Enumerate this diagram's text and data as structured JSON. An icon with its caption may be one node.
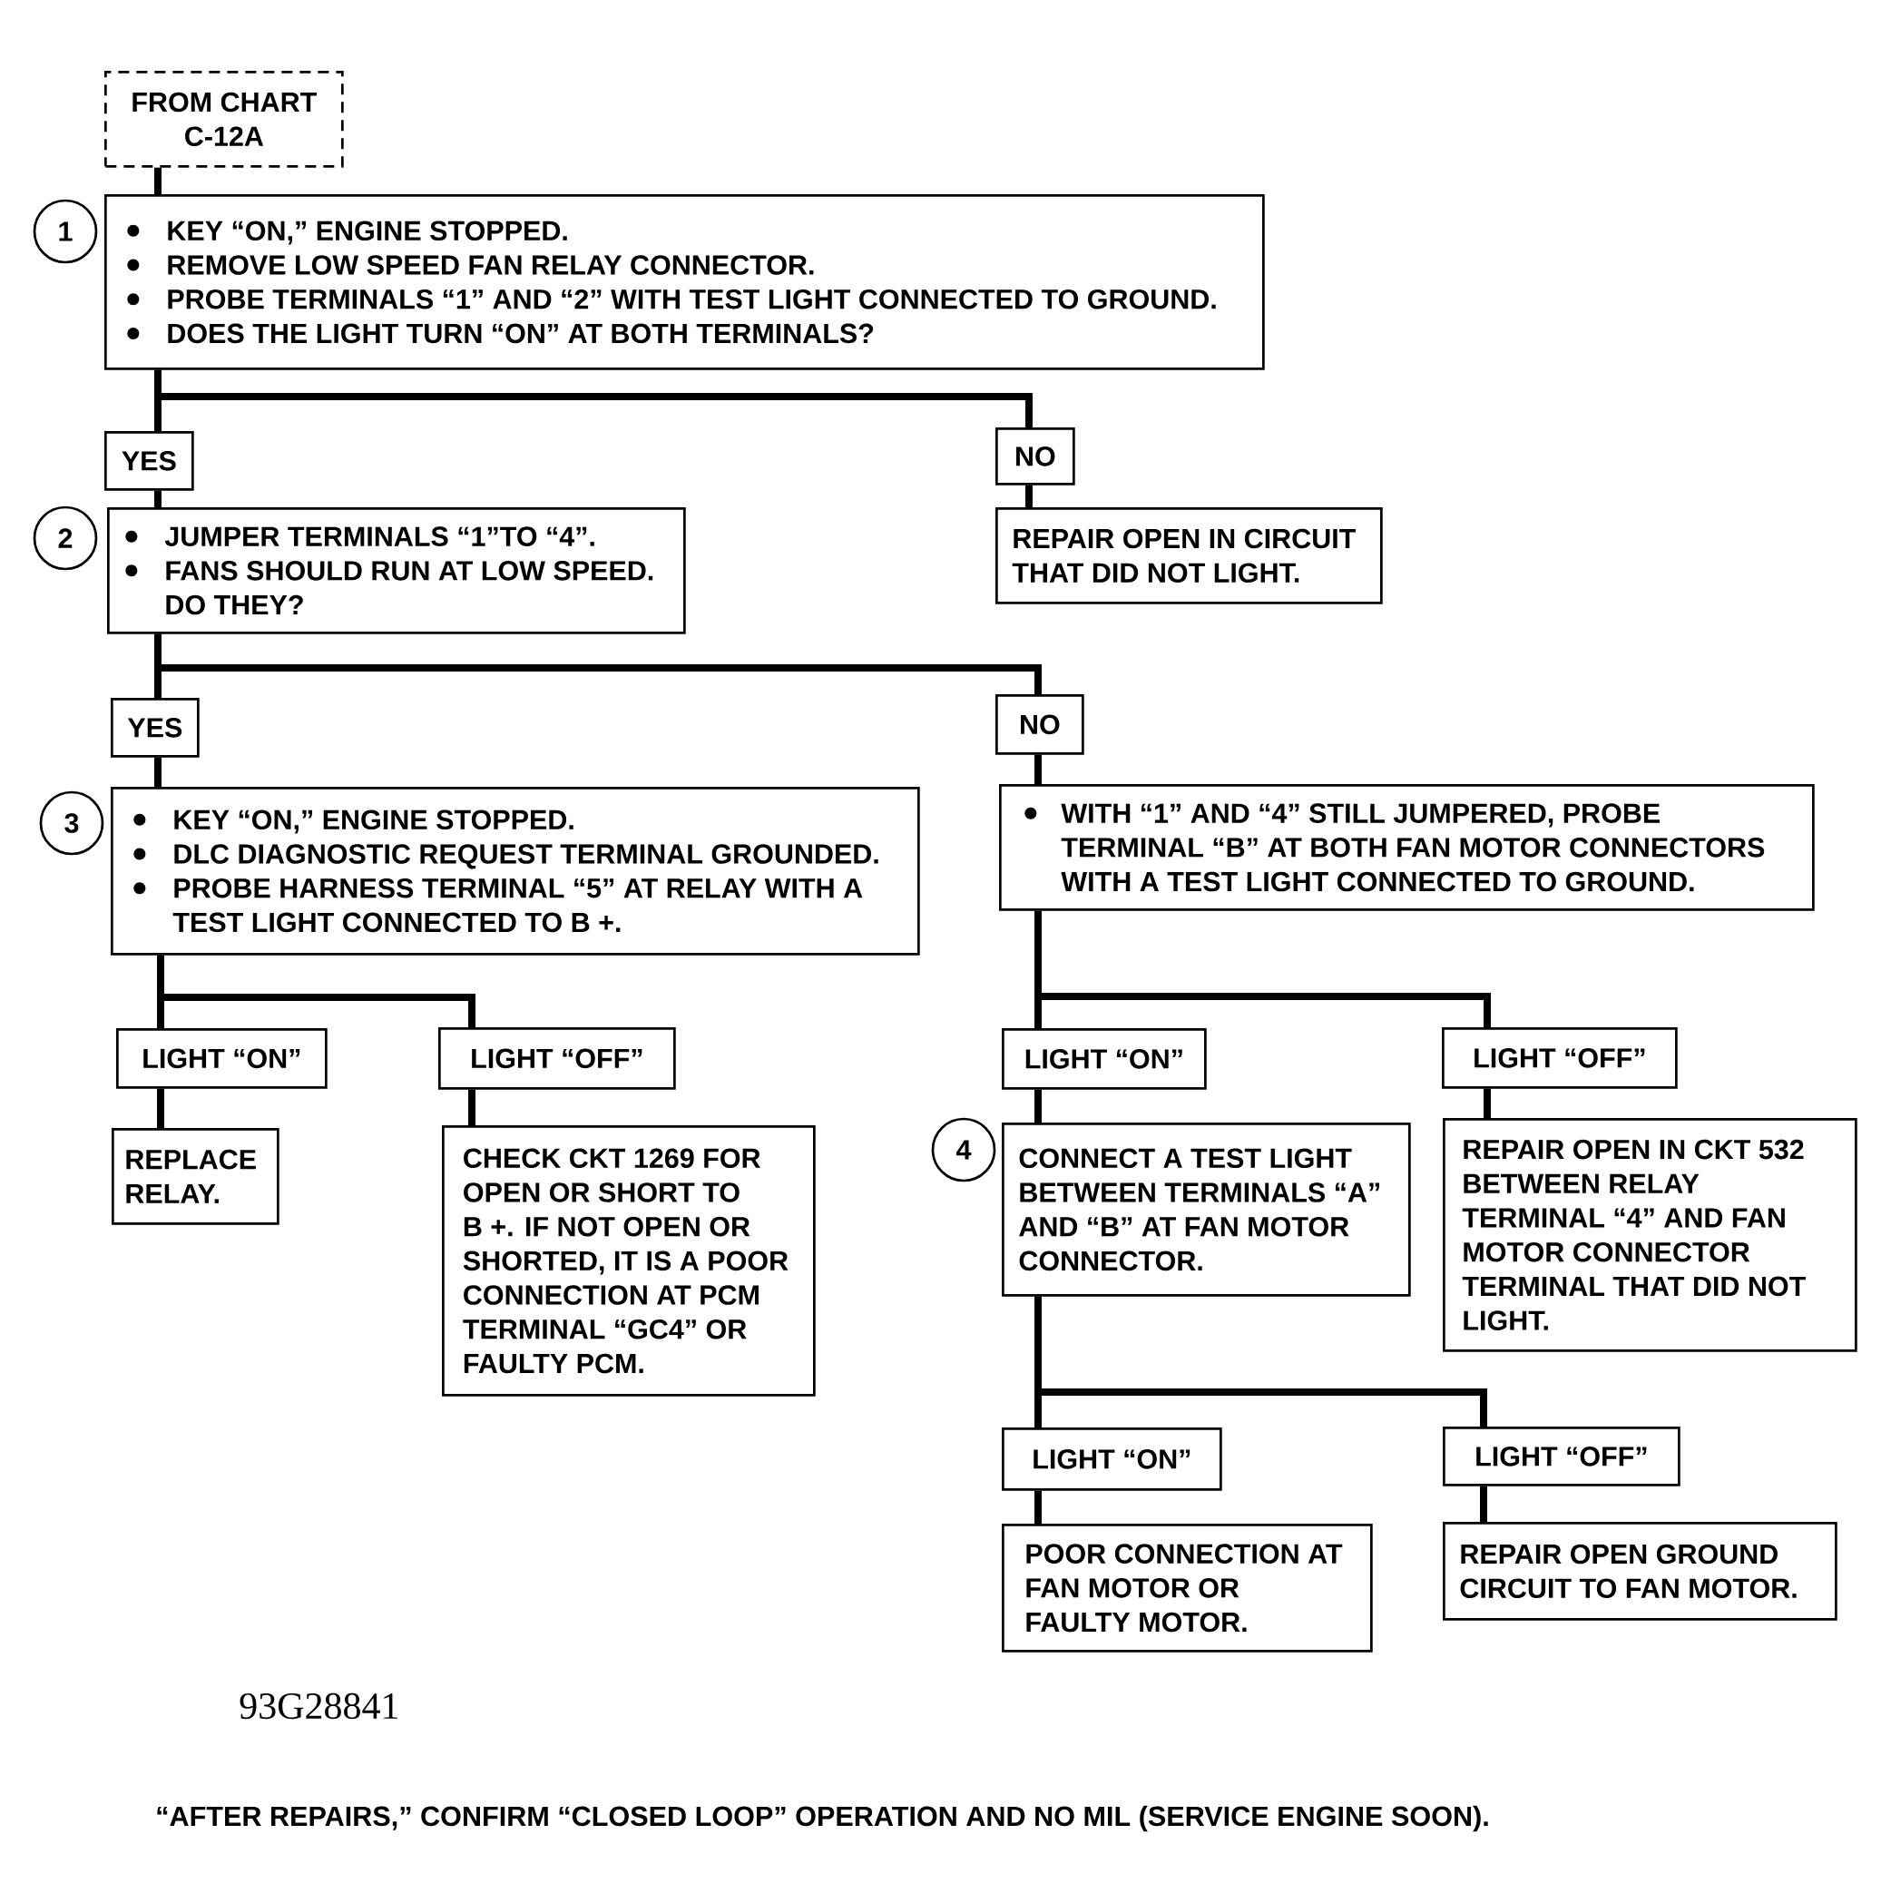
{
  "diagram": {
    "nodes": [
      {
        "text": [
          "FROM CHART C-12A"
        ]
      },
      {
        "text": [
          "1"
        ]
      },
      {
        "text": [
          "KEY “ON,” ENGINE STOPPED.",
          "REMOVE LOW SPEED FAN RELAY CONNECTOR.",
          "PROBE TERMINALS “1” AND “2” WITH TEST LIGHT CONNECTED TO GROUND.",
          "DOES THE LIGHT TURN “ON” AT BOTH TERMINALS?"
        ]
      },
      {
        "text": [
          "YES"
        ]
      },
      {
        "text": [
          "NO"
        ]
      },
      {
        "text": [
          "2"
        ]
      },
      {
        "text": [
          "JUMPER TERMINALS “1”TO “4”.",
          "FANS SHOULD RUN AT LOW SPEED. DO THEY?"
        ]
      },
      {
        "text": [
          "REPAIR OPEN IN CIRCUIT THAT DID NOT LIGHT."
        ]
      },
      {
        "text": [
          "YES"
        ]
      },
      {
        "text": [
          "NO"
        ]
      },
      {
        "text": [
          "3"
        ]
      },
      {
        "text": [
          "KEY “ON,” ENGINE STOPPED.",
          "DLC DIAGNOSTIC REQUEST TERMINAL GROUNDED.",
          "PROBE HARNESS TERMINAL “5” AT RELAY WITH A TEST LIGHT CONNECTED TO B +."
        ]
      },
      {
        "text": [
          "WITH “1” AND “4” STILL JUMPERED, PROBE TERMINAL “B” AT BOTH FAN MOTOR CONNECTORS WITH A TEST LIGHT CONNECTED TO GROUND."
        ]
      },
      {
        "text": [
          "LIGHT “ON”"
        ]
      },
      {
        "text": [
          "LIGHT “OFF”"
        ]
      },
      {
        "text": [
          "LIGHT “ON”"
        ]
      },
      {
        "text": [
          "LIGHT “OFF”"
        ]
      },
      {
        "text": [
          "REPLACE RELAY."
        ]
      },
      {
        "text": [
          "CHECK CKT 1269 FOR OPEN OR SHORT TO B +. IF NOT OPEN OR SHORTED, IT IS A POOR CONNECTION AT PCM TERMINAL “GC4” OR FAULTY PCM."
        ]
      },
      {
        "text": [
          "4"
        ]
      },
      {
        "text": [
          "CONNECT A TEST LIGHT BETWEEN TERMINALS “A” AND “B” AT FAN MOTOR CONNECTOR."
        ]
      },
      {
        "text": [
          "REPAIR OPEN IN CKT 532 BETWEEN RELAY TERMINAL “4” AND FAN MOTOR CONNECTOR TERMINAL THAT DID NOT LIGHT."
        ]
      },
      {
        "text": [
          "LIGHT “ON”"
        ]
      },
      {
        "text": [
          "LIGHT “OFF”"
        ]
      },
      {
        "text": [
          "POOR CONNECTION AT FAN MOTOR OR FAULTY MOTOR."
        ]
      },
      {
        "text": [
          "REPAIR OPEN GROUND CIRCUIT TO FAN MOTOR."
        ]
      }
    ],
    "edges": [
      {
        "from": 0,
        "to": 2,
        "arrow": "none"
      },
      {
        "from": 2,
        "to": 3,
        "arrow": "none"
      },
      {
        "from": 2,
        "to": 4,
        "arrow": "none"
      },
      {
        "from": 3,
        "to": 6,
        "arrow": "none"
      },
      {
        "from": 4,
        "to": 7,
        "arrow": "none"
      },
      {
        "from": 6,
        "to": 8,
        "arrow": "none"
      },
      {
        "from": 6,
        "to": 9,
        "arrow": "none"
      },
      {
        "from": 8,
        "to": 11,
        "arrow": "none"
      },
      {
        "from": 9,
        "to": 12,
        "arrow": "none"
      },
      {
        "from": 11,
        "to": 13,
        "arrow": "none"
      },
      {
        "from": 11,
        "to": 14,
        "arrow": "none"
      },
      {
        "from": 13,
        "to": 17,
        "arrow": "none"
      },
      {
        "from": 14,
        "to": 18,
        "arrow": "none"
      },
      {
        "from": 12,
        "to": 15,
        "arrow": "none"
      },
      {
        "from": 12,
        "to": 16,
        "arrow": "none"
      },
      {
        "from": 15,
        "to": 20,
        "arrow": "none"
      },
      {
        "from": 16,
        "to": 21,
        "arrow": "none"
      },
      {
        "from": 20,
        "to": 22,
        "arrow": "none"
      },
      {
        "from": 20,
        "to": 23,
        "arrow": "none"
      },
      {
        "from": 22,
        "to": 24,
        "arrow": "none"
      },
      {
        "from": 23,
        "to": 25,
        "arrow": "none"
      }
    ],
    "labels": [
      "93G28841",
      "“AFTER REPAIRS,” CONFIRM “CLOSED LOOP” OPERATION AND NO MIL (SERVICE ENGINE SOON)."
    ]
  }
}
